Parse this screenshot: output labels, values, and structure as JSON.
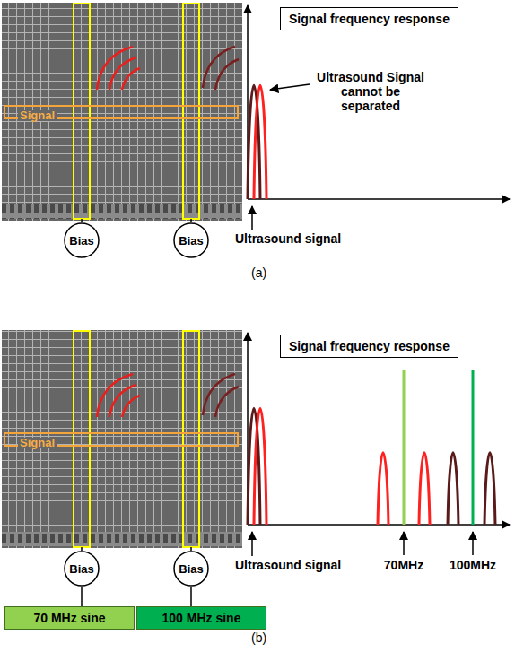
{
  "diagram": {
    "nodes": [
      {
        "text": [
          "Signal"
        ]
      },
      {
        "text": [
          "Signal frequency response"
        ]
      },
      {
        "text": [
          "Bias"
        ]
      },
      {
        "text": [
          "Bias"
        ]
      },
      {
        "text": [
          "Signal"
        ]
      },
      {
        "text": [
          "Signal frequency response"
        ]
      },
      {
        "text": [
          "Bias"
        ]
      },
      {
        "text": [
          "Bias"
        ]
      },
      {
        "text": [
          "70 MHz sine"
        ]
      },
      {
        "text": [
          "100 MHz sine"
        ]
      }
    ],
    "edges": [
      {
        "from": 6,
        "to": 8,
        "arrow": "none"
      },
      {
        "from": 7,
        "to": 9,
        "arrow": "none"
      }
    ],
    "labels": [
      "Ultrasound Signal cannot be separated",
      "Ultrasound signal",
      "(a)",
      "Ultrasound signal",
      "70MHz",
      "100MHz",
      "(b)"
    ]
  }
}
